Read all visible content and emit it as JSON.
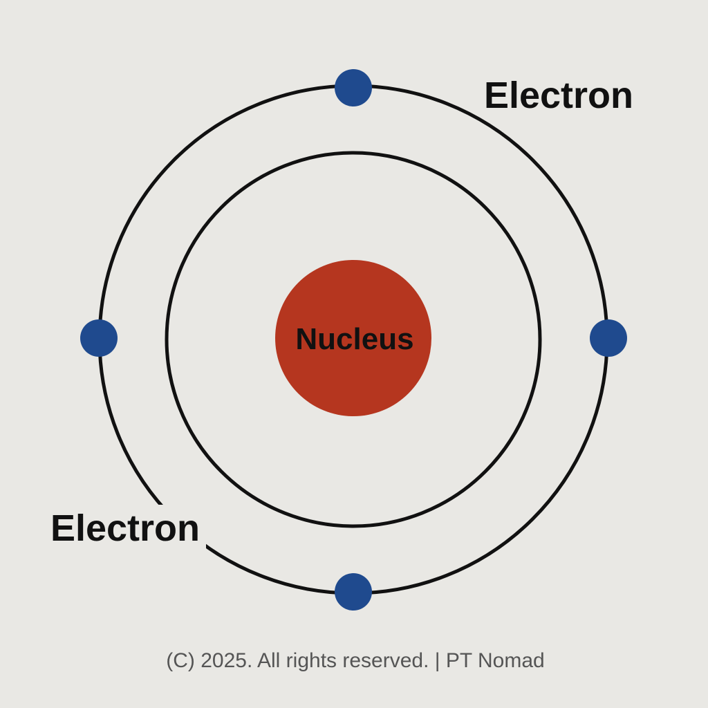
{
  "labels": {
    "nucleus": "Nucleus",
    "electron_top_right": "Electron",
    "electron_bottom_left": "Electron"
  },
  "footer": {
    "copyright": "(C) 2025. All rights reserved. | PT Nomad"
  },
  "colors": {
    "background": "#e9e8e4",
    "orbit": "#111111",
    "nucleus": "#b5361f",
    "electron": "#1f4a8e",
    "label": "#111111",
    "footer": "#555555"
  }
}
